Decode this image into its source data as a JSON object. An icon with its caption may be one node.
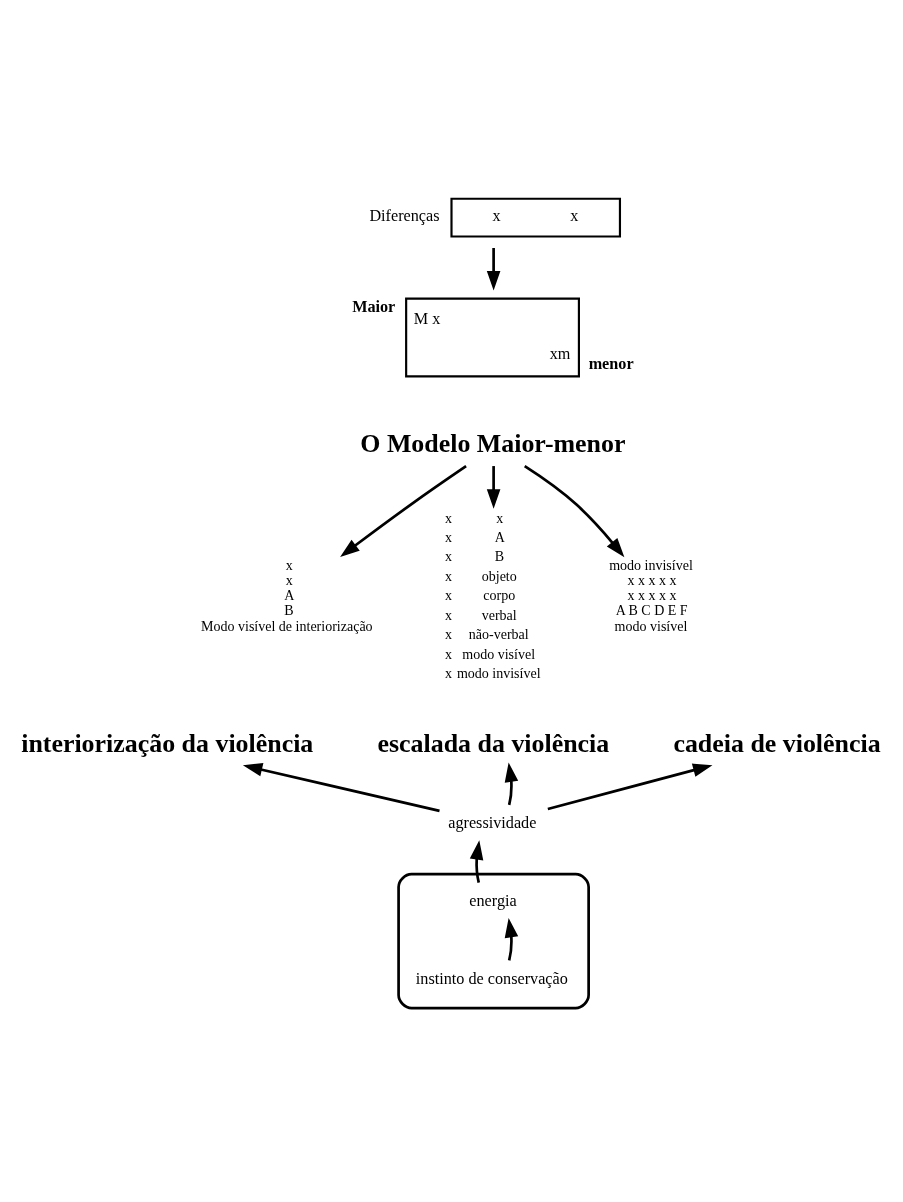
{
  "diagram": {
    "nodes": [
      {
        "text": [
          "Diferenças",
          "x",
          "x"
        ]
      },
      {
        "text": [
          "M x",
          "xm"
        ],
        "beside": [
          "Maior",
          "menor"
        ]
      },
      {
        "text": [
          "O Modelo Maior-menor"
        ]
      },
      {
        "text": [
          "x",
          "x",
          "A",
          "B",
          "Modo visível de interiorização"
        ]
      },
      {
        "text": [
          "x",
          "x",
          "x",
          "x",
          "x",
          "x",
          "x",
          "x",
          "x",
          "x",
          "A",
          "B",
          "objeto",
          "corpo",
          "verbal",
          "não-verbal",
          "modo visível",
          "modo invisível"
        ]
      },
      {
        "text": [
          "modo invisível",
          "x x x x x",
          "x x x x x",
          "A B C D E F",
          "modo visível"
        ]
      },
      {
        "text": [
          "interiorização da violência"
        ]
      },
      {
        "text": [
          "escalada da violência"
        ]
      },
      {
        "text": [
          "cadeia de violência"
        ]
      },
      {
        "text": [
          "agressividade"
        ]
      },
      {
        "text": [],
        "shape": "dome"
      },
      {
        "text": [
          "energia"
        ],
        "in": 10
      },
      {
        "text": [
          "instinto de conservação"
        ],
        "in": 10
      }
    ],
    "edges": [
      {
        "from": 0,
        "to": 1,
        "arrow": "to"
      },
      {
        "from": 2,
        "to": 3,
        "arrow": "to"
      },
      {
        "from": 2,
        "to": 4,
        "arrow": "to"
      },
      {
        "from": 2,
        "to": 5,
        "arrow": "to"
      },
      {
        "from": 9,
        "to": 6,
        "arrow": "to"
      },
      {
        "from": 9,
        "to": 7,
        "arrow": "to"
      },
      {
        "from": 9,
        "to": 8,
        "arrow": "to"
      },
      {
        "from": 11,
        "to": 9,
        "arrow": "to"
      },
      {
        "from": 12,
        "to": 11,
        "arrow": "to"
      }
    ]
  }
}
